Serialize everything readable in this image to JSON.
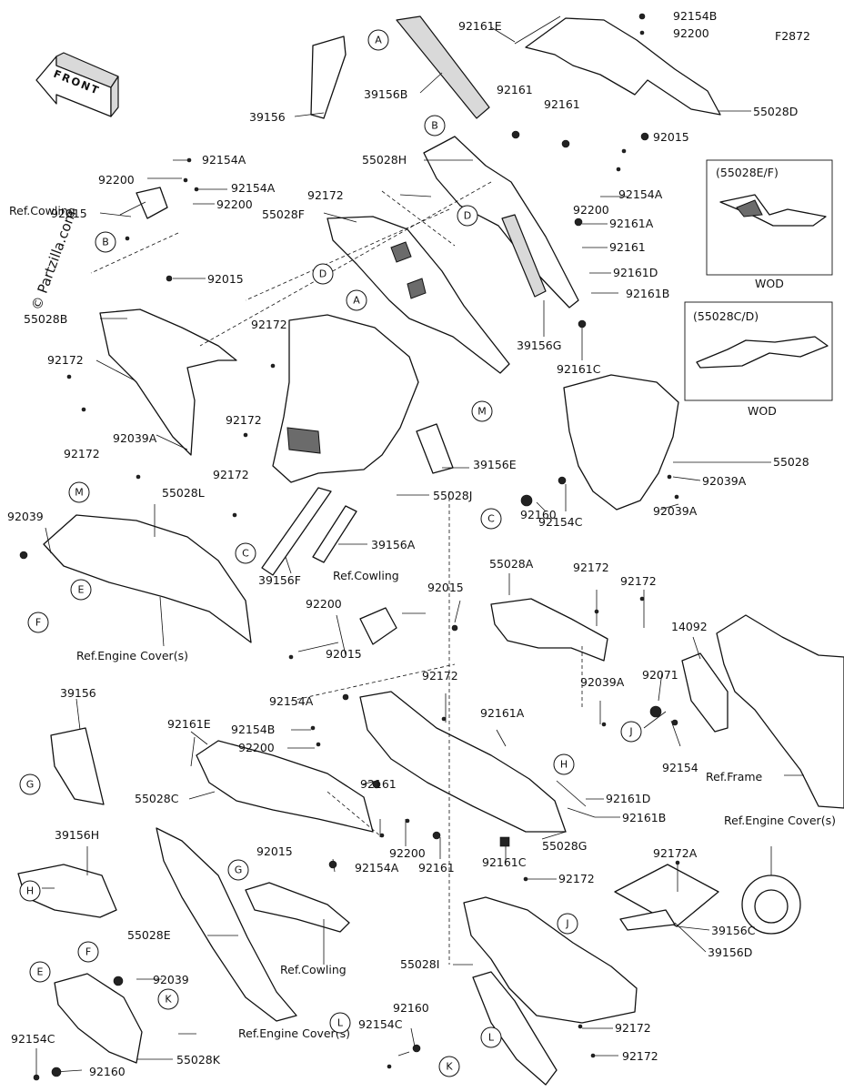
{
  "diagram": {
    "code": "F2872",
    "watermark": "© Partzilla.com",
    "front_label": "FRONT",
    "wod_boxes": [
      {
        "title": "(55028E/F)",
        "caption": "WOD"
      },
      {
        "title": "(55028C/D)",
        "caption": "WOD"
      }
    ],
    "labels": {
      "l_39156_a": "39156",
      "l_39156b": "39156B",
      "l_92161e_top": "92161E",
      "l_92154b_top": "92154B",
      "l_92200_top": "92200",
      "l_55028d": "55028D",
      "l_92015_top": "92015",
      "l_92161_t1": "92161",
      "l_92161_t2": "92161",
      "l_55028h": "55028H",
      "l_92172_t": "92172",
      "l_92154a_r": "92154A",
      "l_92200_r": "92200",
      "l_92161a_r": "92161A",
      "l_92161_r": "92161",
      "l_92161d_r": "92161D",
      "l_92161b_r": "92161B",
      "l_39156g": "39156G",
      "l_92161c_r": "92161C",
      "l_55028f": "55028F",
      "l_92154a_l1": "92154A",
      "l_92200_l1": "92200",
      "l_92154a_l2": "92154A",
      "l_92200_l2": "92200",
      "l_refcowl_l": "Ref.Cowling",
      "l_92015_l1": "92015",
      "l_92015_l2": "92015",
      "l_55028b": "55028B",
      "l_92172_l1": "92172",
      "l_92172_l2": "92172",
      "l_92039a_l": "92039A",
      "l_92172_m1": "92172",
      "l_92172_m2": "92172",
      "l_92172_m3": "92172",
      "l_39156e": "39156E",
      "l_55028j": "55028J",
      "l_39156a": "39156A",
      "l_39156f": "39156F",
      "l_55028": "55028",
      "l_92039a_r1": "92039A",
      "l_92039a_r2": "92039A",
      "l_92160_m": "92160",
      "l_92154c_m": "92154C",
      "l_92039_l": "92039",
      "l_55028l": "55028L",
      "l_refengine_l": "Ref.Engine Cover(s)",
      "l_refcowl_m": "Ref.Cowling",
      "l_92015_m1": "92015",
      "l_92200_m": "92200",
      "l_92015_m2": "92015",
      "l_92154a_m": "92154A",
      "l_55028a": "55028A",
      "l_92172_ma": "92172",
      "l_92172_mb": "92172",
      "l_92039a_m": "92039A",
      "l_92172_mc": "92172",
      "l_92161a_m": "92161A",
      "l_14092": "14092",
      "l_92071": "92071",
      "l_92154_r": "92154",
      "l_refframe": "Ref.Frame",
      "l_39156_b": "39156",
      "l_92161e_m": "92161E",
      "l_92154b_m": "92154B",
      "l_92200_m2": "92200",
      "l_55028c": "55028C",
      "l_92161_m": "92161",
      "l_92161d_m": "92161D",
      "l_92161b_m": "92161B",
      "l_92200_m3": "92200",
      "l_92154a_m2": "92154A",
      "l_92161_m2": "92161",
      "l_55028g": "55028G",
      "l_92161c_m": "92161C",
      "l_39156h": "39156H",
      "l_92015_b": "92015",
      "l_55028e": "55028E",
      "l_refcowl_b": "Ref.Cowling",
      "l_92172a": "92172A",
      "l_refengine_r": "Ref.Engine Cover(s)",
      "l_92172_b1": "92172",
      "l_55028i": "55028I",
      "l_39156c": "39156C",
      "l_39156d": "39156D",
      "l_92039_b": "92039",
      "l_refengine_b": "Ref.Engine Cover(s)",
      "l_92154c_b": "92154C",
      "l_92160_b": "92160",
      "l_55028k": "55028K",
      "l_92160_b2": "92160",
      "l_92154c_b2": "92154C",
      "l_92172_b2": "92172",
      "l_92172_b3": "92172"
    },
    "callouts": {
      "c_a1": "A",
      "c_a2": "A",
      "c_b1": "B",
      "c_b2": "B",
      "c_d1": "D",
      "c_d2": "D",
      "c_m1": "M",
      "c_m2": "M",
      "c_c1": "C",
      "c_c2": "C",
      "c_e1": "E",
      "c_e2": "E",
      "c_f1": "F",
      "c_f2": "F",
      "c_g1": "G",
      "c_g2": "G",
      "c_h1": "H",
      "c_h2": "H",
      "c_j1": "J",
      "c_j2": "J",
      "c_k1": "K",
      "c_k2": "K",
      "c_l1": "L",
      "c_l2": "L"
    }
  }
}
